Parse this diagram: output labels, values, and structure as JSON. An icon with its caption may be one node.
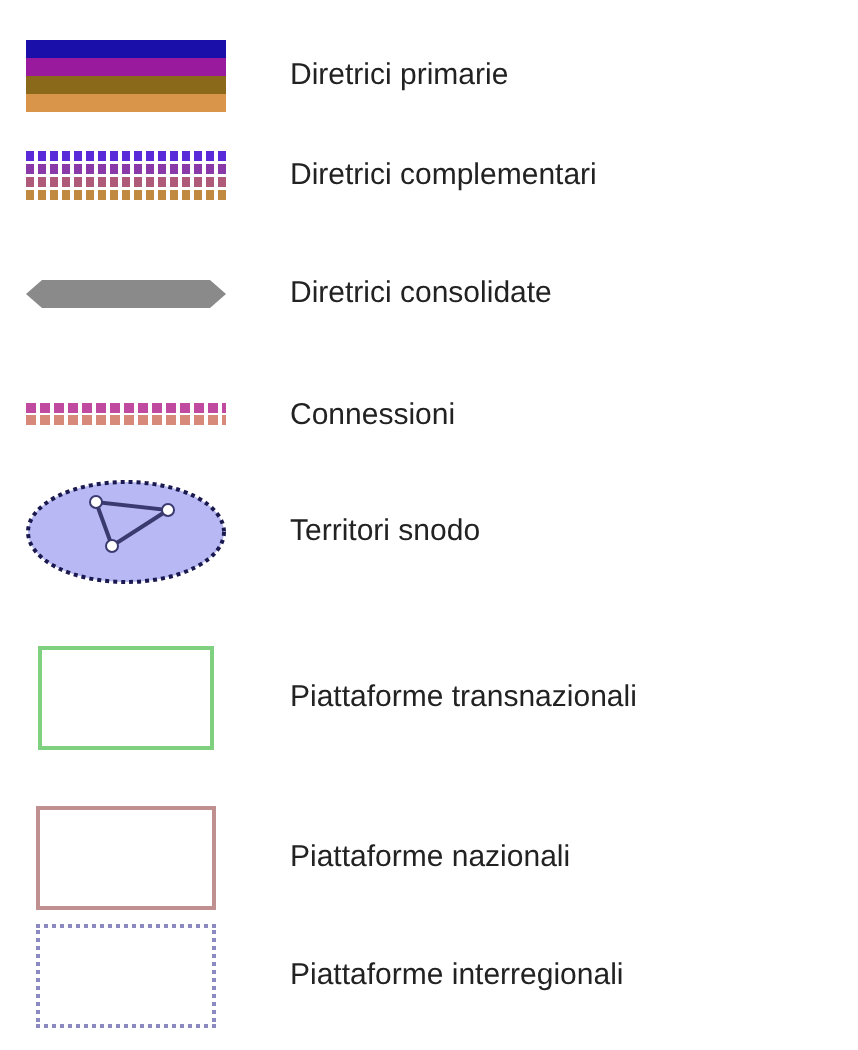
{
  "diagram": {
    "legend": [
      {
        "text": "Diretrici primarie"
      },
      {
        "text": "Diretrici complementari"
      },
      {
        "text": "Diretrici consolidate"
      },
      {
        "text": "Connessioni"
      },
      {
        "text": "Territori snodo"
      },
      {
        "text": "Piattaforme transnazionali"
      },
      {
        "text": "Piattaforme nazionali"
      },
      {
        "text": "Piattaforme interregionali"
      }
    ]
  }
}
